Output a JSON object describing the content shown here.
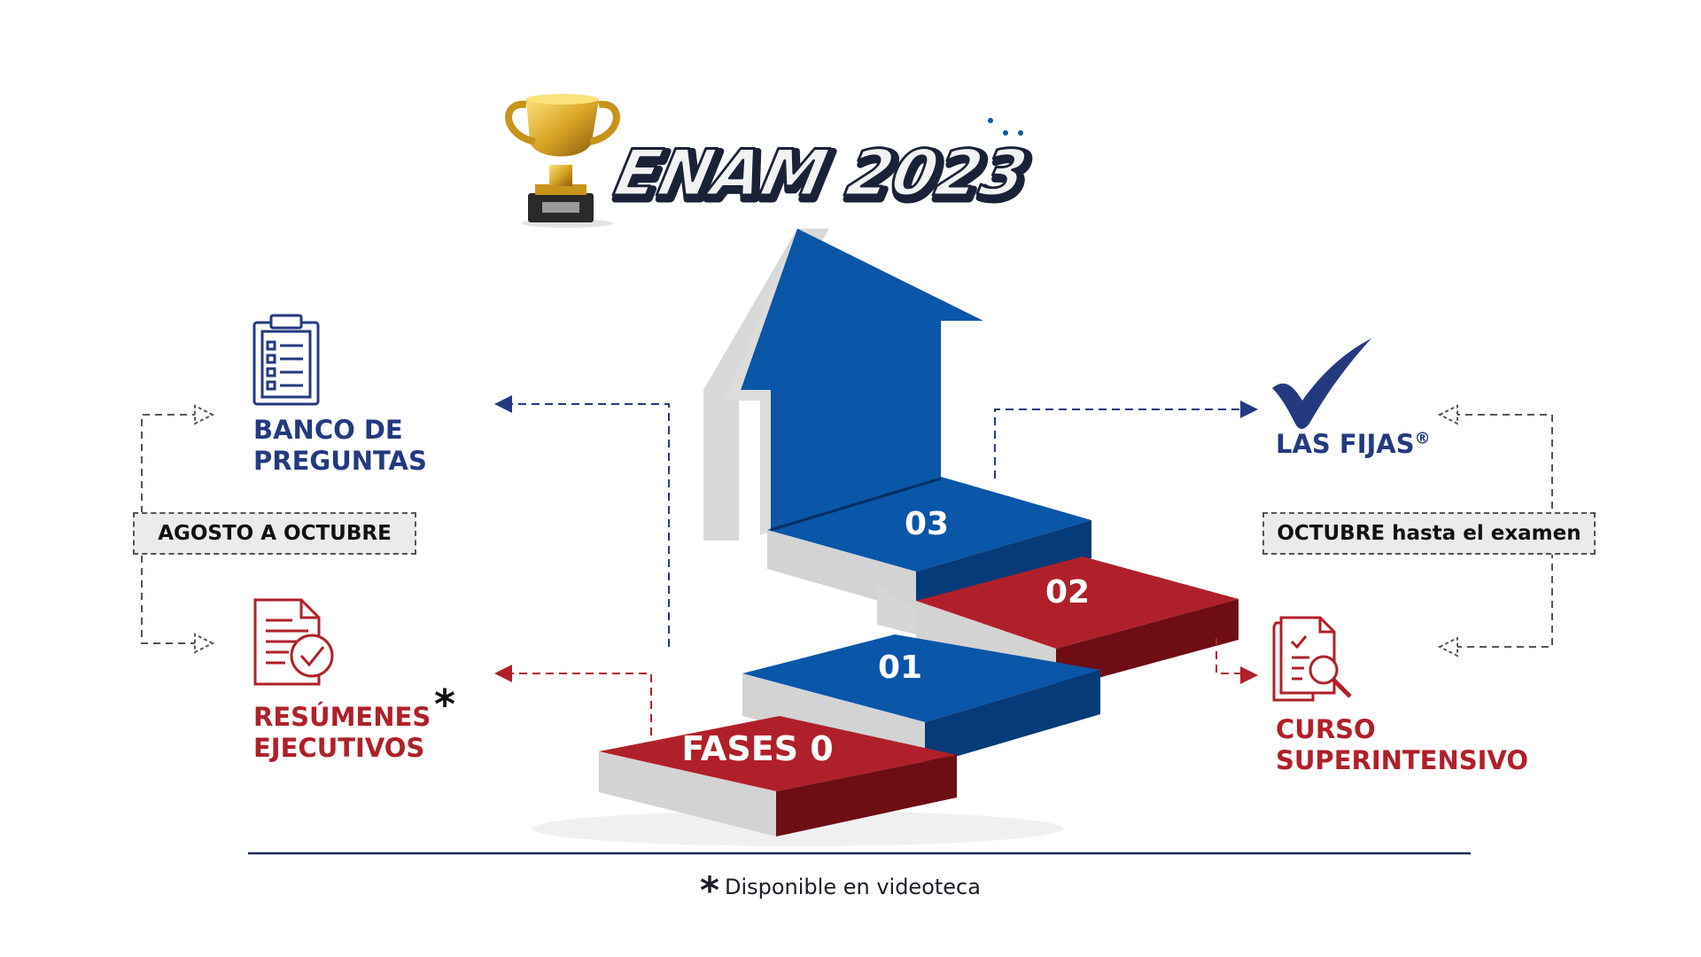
{
  "title": "ENAM 2023",
  "steps": {
    "fase0": "FASES 0",
    "step01": "01",
    "step02": "02",
    "step03": "03"
  },
  "left": {
    "banco_line1": "BANCO DE",
    "banco_line2": "PREGUNTAS",
    "period": "AGOSTO A OCTUBRE",
    "resumenes_line1": "RESÚMENES",
    "resumenes_line2": "EJECUTIVOS",
    "resumenes_mark": "*"
  },
  "right": {
    "fijas": "LAS FIJAS",
    "fijas_mark": "®",
    "period": "OCTUBRE hasta el examen",
    "curso_line1": "CURSO",
    "curso_line2": "SUPERINTENSIVO"
  },
  "footnote": {
    "mark": "*",
    "text": "Disponible en videoteca"
  },
  "colors": {
    "blue": "#0a56a8",
    "navy": "#243a80",
    "red": "#b0202a",
    "dark_red": "#6f0d15",
    "gray": "#d8d8d8",
    "gold": "#d9a425"
  },
  "icons": {
    "trophy": "trophy-icon",
    "checklist": "clipboard-checklist-icon",
    "document_check": "document-check-icon",
    "checkmark": "checkmark-icon",
    "document_search": "document-search-icon"
  }
}
